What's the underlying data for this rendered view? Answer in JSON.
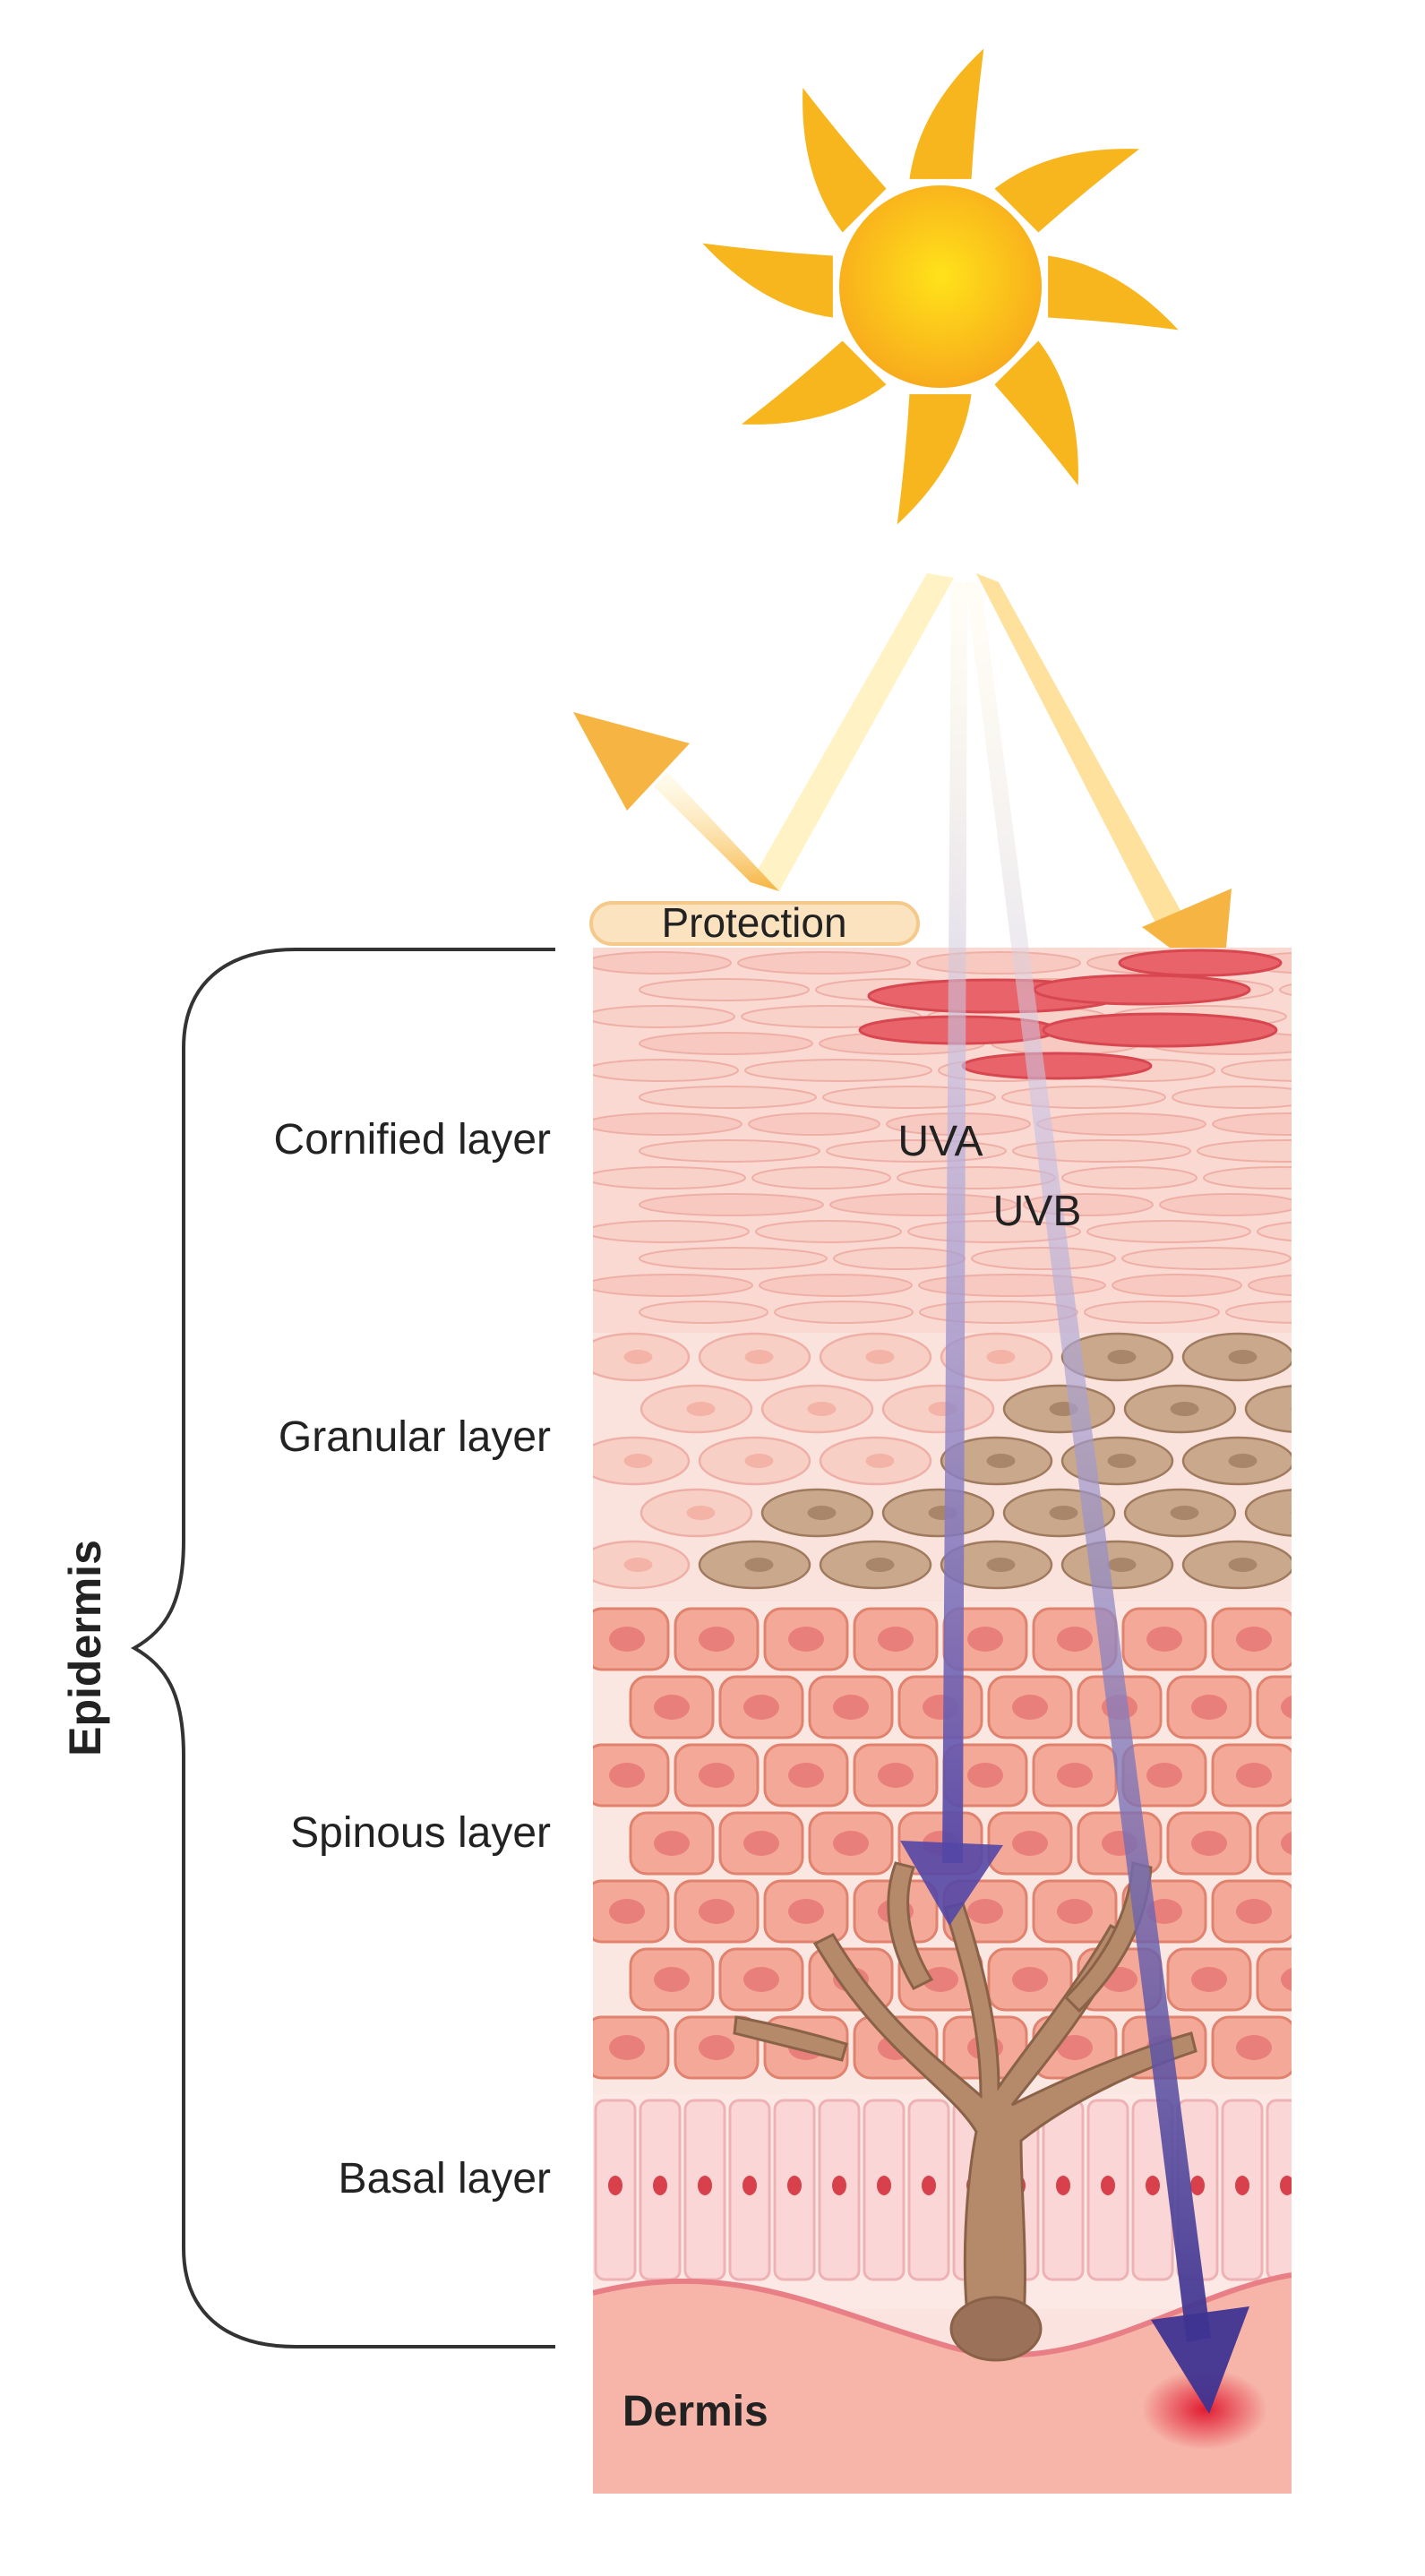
{
  "labels": {
    "protection": "Protection",
    "uva": "UVA",
    "uvb": "UVB",
    "epidermis": "Epidermis",
    "cornified": "Cornified layer",
    "granular": "Granular layer",
    "spinous": "Spinous layer",
    "basal": "Basal layer",
    "dermis": "Dermis"
  },
  "colors": {
    "sun": "#f7b51e",
    "sun_core": "#ffd21a",
    "uv_arrow": "#4b3f9a",
    "reflected_ray": "#f7b94a",
    "cornified_cell": "#f6c4bb",
    "granular_cell": "#f8cfc5",
    "melanocyte": "#b48a6a",
    "spinous_cell": "#f2a08c",
    "basal_cell": "#f9d3d4",
    "dermis": "#f5b3a6",
    "damage": "#e0142b",
    "brace": "#333333"
  },
  "icons": [
    "sun-icon",
    "melanocyte-icon",
    "uva-arrow-icon",
    "uvb-arrow-icon",
    "damage-spot-icon"
  ]
}
